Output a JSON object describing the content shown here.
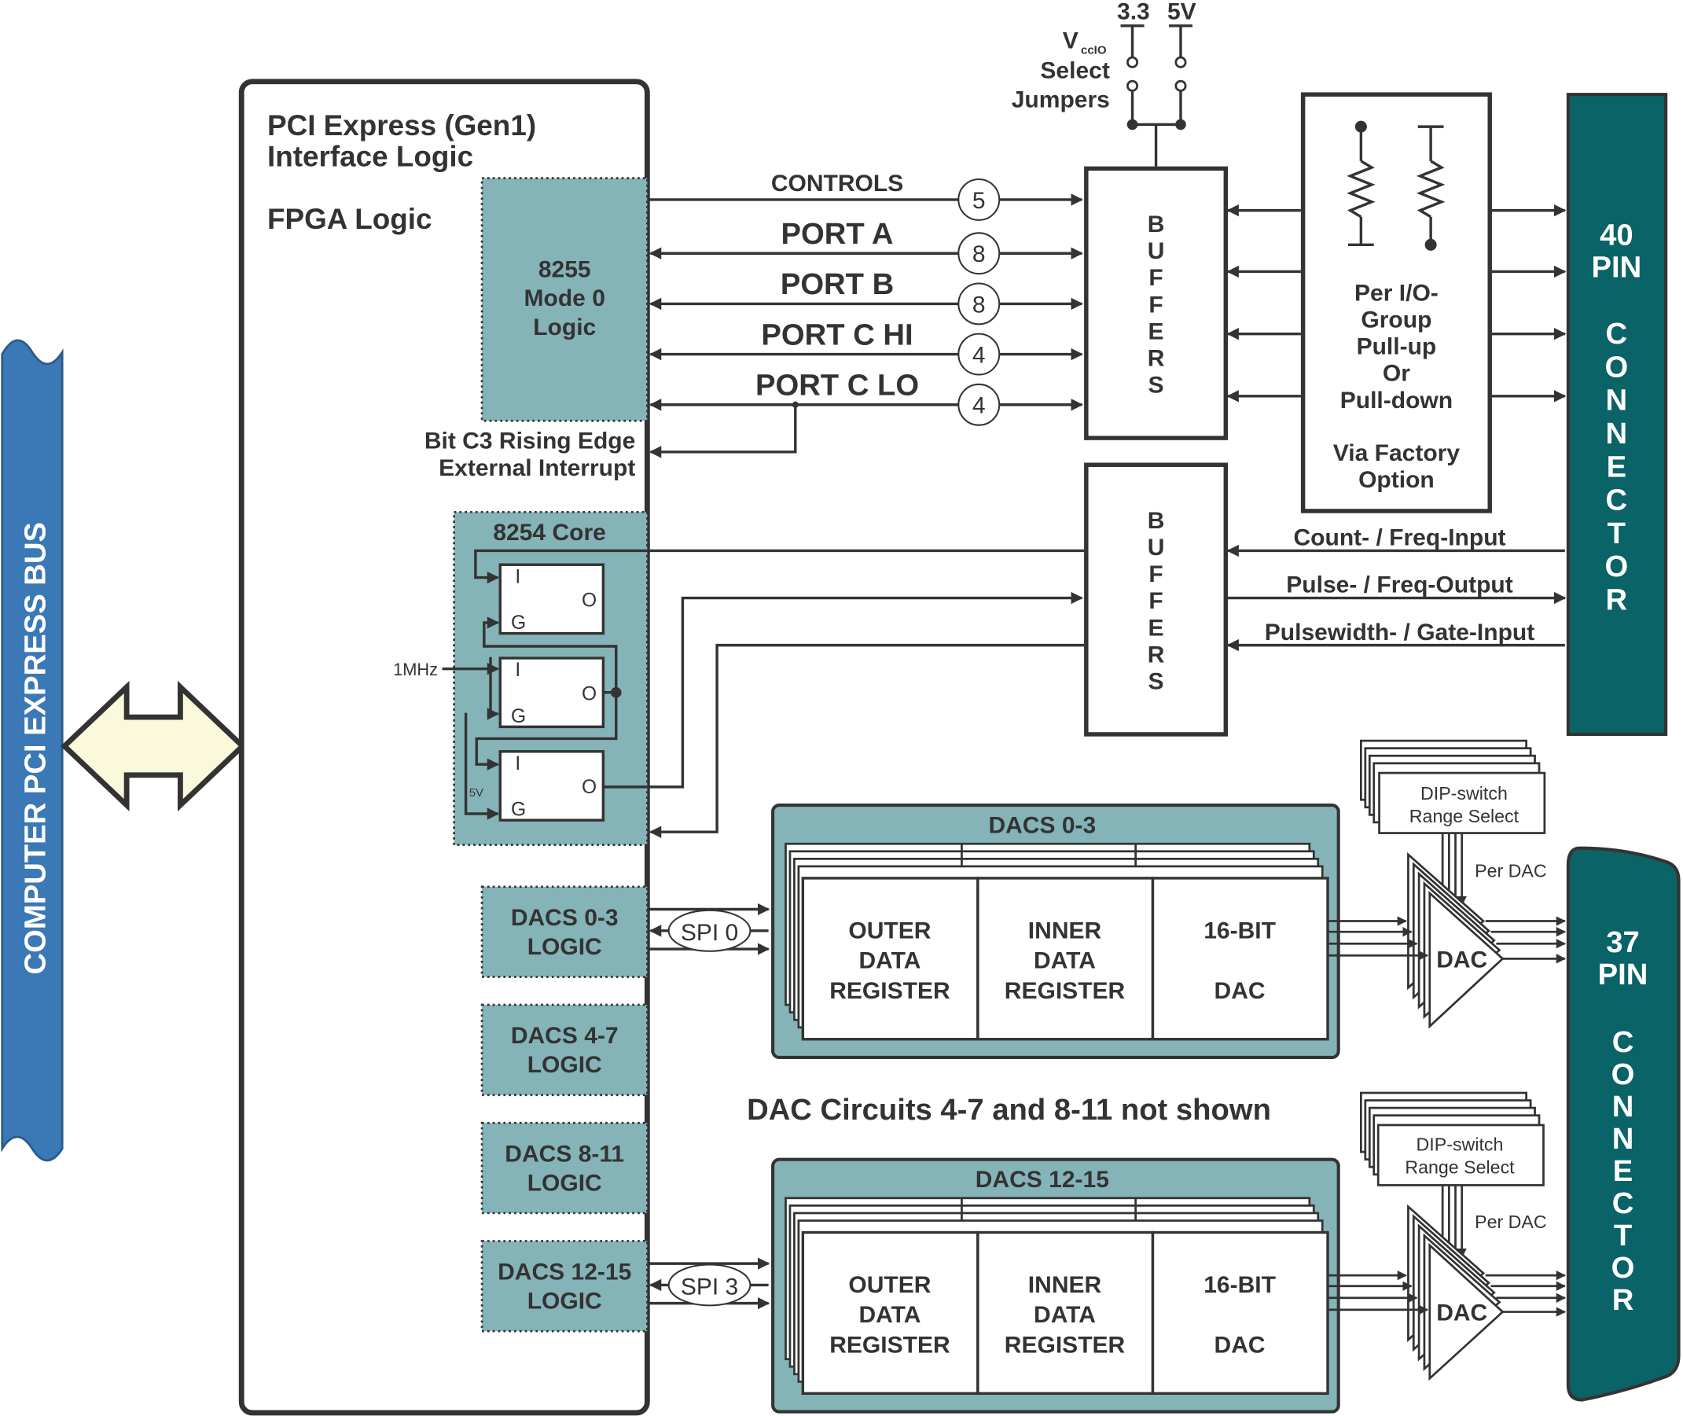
{
  "colors": {
    "teal_light": "#85b4b8",
    "teal_dark": "#0a6366",
    "bus_blue": "#3a78b6",
    "arrow_fill": "#fbf9dc",
    "line": "#333333"
  },
  "bus": {
    "label": "COMPUTER  PCI  EXPRESS BUS",
    "arrow_icon": "double-headed-arrow"
  },
  "fpga": {
    "title_line1": "PCI Express (Gen1)",
    "title_line2": "Interface Logic",
    "subtitle": "FPGA Logic"
  },
  "dio": {
    "logic_label": [
      "8255",
      "Mode 0",
      "Logic"
    ],
    "signals": [
      {
        "name": "CONTROLS",
        "count": "5"
      },
      {
        "name": "PORT A",
        "count": "8"
      },
      {
        "name": "PORT B",
        "count": "8"
      },
      {
        "name": "PORT C HI",
        "count": "4"
      },
      {
        "name": "PORT C LO",
        "count": "4"
      }
    ],
    "interrupt": [
      "Bit C3 Rising Edge",
      "External Interrupt"
    ]
  },
  "jumpers": {
    "v_main": "V",
    "v_sub": "ccIO",
    "line2": "Select",
    "line3": "Jumpers",
    "opt1": "3.3",
    "opt2": "5V"
  },
  "buffers_letters": [
    "B",
    "U",
    "F",
    "F",
    "E",
    "R",
    "S"
  ],
  "pullup": {
    "lines": [
      "Per I/O-",
      "Group",
      "Pull-up",
      "Or",
      "Pull-down"
    ],
    "note": [
      "Via Factory",
      "Option"
    ]
  },
  "connector40": {
    "top": [
      "40",
      "PIN"
    ],
    "letters": [
      "C",
      "O",
      "N",
      "N",
      "E",
      "C",
      "T",
      "O",
      "R"
    ]
  },
  "counter": {
    "title": "8254 Core",
    "clock": "1MHz",
    "five_volt": "5V",
    "pin_i": "I",
    "pin_g": "G",
    "pin_o": "O",
    "signals": [
      "Count- / Freq-Input",
      "Pulse- / Freq-Output",
      "Pulsewidth- / Gate-Input"
    ]
  },
  "dac_logic_blocks": [
    [
      "DACS 0-3",
      "LOGIC"
    ],
    [
      "DACS 4-7",
      "LOGIC"
    ],
    [
      "DACS 8-11",
      "LOGIC"
    ],
    [
      "DACS 12-15",
      "LOGIC"
    ]
  ],
  "spi_labels": [
    "SPI 0",
    "SPI 3"
  ],
  "dac_groups": [
    {
      "title": "DACS 0-3"
    },
    {
      "title": "DACS 12-15"
    }
  ],
  "dac_cells": {
    "outer": [
      "OUTER",
      "DATA",
      "REGISTER"
    ],
    "inner": [
      "INNER",
      "DATA",
      "REGISTER"
    ],
    "dac": [
      "16-BIT",
      "DAC"
    ]
  },
  "dip": {
    "line1": "DIP-switch",
    "line2": "Range Select"
  },
  "per_dac": "Per DAC",
  "dac_symbol": "DAC",
  "not_shown": "DAC Circuits 4-7 and 8-11 not shown",
  "connector37": {
    "top": [
      "37",
      "PIN"
    ],
    "letters": [
      "C",
      "O",
      "N",
      "N",
      "E",
      "C",
      "T",
      "O",
      "R"
    ]
  }
}
